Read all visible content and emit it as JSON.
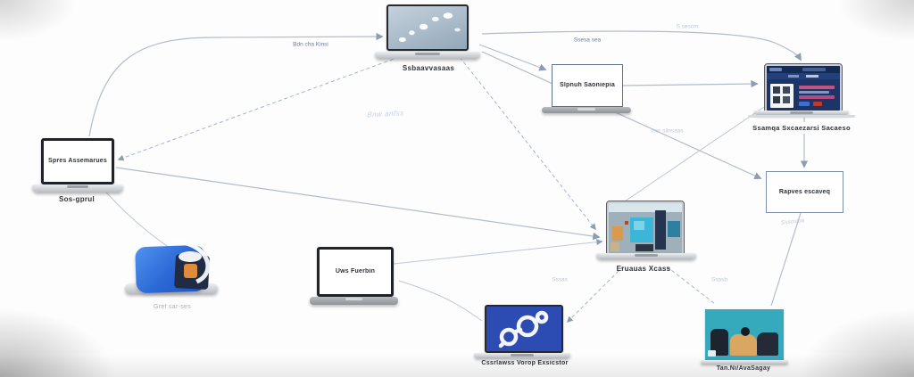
{
  "diagram": {
    "nodes": {
      "top_laptop": {
        "caption": "Ssbaavvasaas"
      },
      "survey_box": {
        "label": "Slpnuh Saoniepia"
      },
      "web_laptop": {
        "caption": "Ssamqa Sxcaezarsi Sacaeso"
      },
      "result_box": {
        "label": "Rapves escaveq",
        "footnote": "Sssoslba"
      },
      "left_laptop": {
        "screen": "Spres Assemarues",
        "caption": "Sos-gprul"
      },
      "shield_photo": {
        "caption": "Gref sar-ses"
      },
      "white_laptop": {
        "screen": "Uws Fuerbin"
      },
      "collage_laptop": {
        "caption": "Eruauas Xcass"
      },
      "cluster_laptop": {
        "caption": "Cssrlawss Vorop Exsicstor"
      },
      "teal_photo": {
        "caption": "Tan.Ni/AvaSagay"
      }
    },
    "edge_labels": {
      "left_to_top": "Bdn cha Kinsi",
      "top_to_web": "S sescm",
      "top_to_survey": "Ssesa sea",
      "cross_mid": "Tssr slinsaas",
      "collage_to_cluster": "Sssas",
      "collage_to_teal": "Ssasb",
      "handwriting": "Bnw anfss"
    },
    "colors": {
      "line": "#b3bcc9",
      "accent_blue": "#2f6fd8",
      "screen_blue": "#2d4fb0",
      "teal_photo_bg": "#36a9bd",
      "navy_page": "#1d3566"
    }
  }
}
